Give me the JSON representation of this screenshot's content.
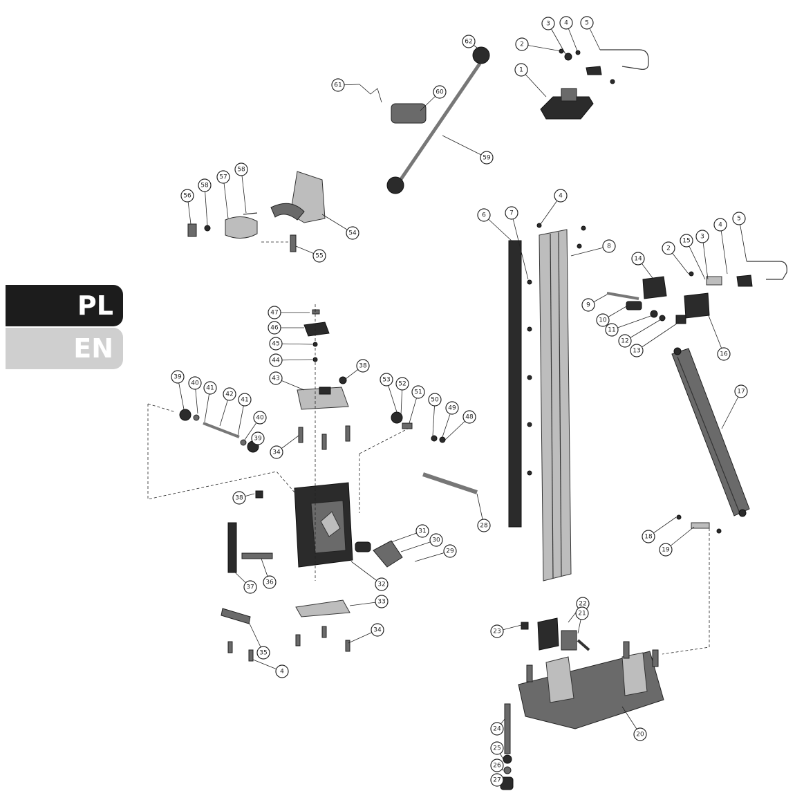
{
  "language_tabs": [
    {
      "code": "PL",
      "active": true,
      "color": "#1c1c1c"
    },
    {
      "code": "EN",
      "active": false,
      "color": "#cfcfcf"
    }
  ],
  "callouts": [
    {
      "label": "1"
    },
    {
      "label": "2"
    },
    {
      "label": "3"
    },
    {
      "label": "4"
    },
    {
      "label": "5"
    },
    {
      "label": "62"
    },
    {
      "label": "61"
    },
    {
      "label": "60"
    },
    {
      "label": "59"
    },
    {
      "label": "56"
    },
    {
      "label": "58"
    },
    {
      "label": "57"
    },
    {
      "label": "58"
    },
    {
      "label": "54"
    },
    {
      "label": "55"
    },
    {
      "label": "6"
    },
    {
      "label": "7"
    },
    {
      "label": "4"
    },
    {
      "label": "8"
    },
    {
      "label": "14"
    },
    {
      "label": "2"
    },
    {
      "label": "15"
    },
    {
      "label": "3"
    },
    {
      "label": "4"
    },
    {
      "label": "5"
    },
    {
      "label": "9"
    },
    {
      "label": "10"
    },
    {
      "label": "11"
    },
    {
      "label": "12"
    },
    {
      "label": "13"
    },
    {
      "label": "16"
    },
    {
      "label": "17"
    },
    {
      "label": "18"
    },
    {
      "label": "19"
    },
    {
      "label": "47"
    },
    {
      "label": "46"
    },
    {
      "label": "45"
    },
    {
      "label": "44"
    },
    {
      "label": "43"
    },
    {
      "label": "38"
    },
    {
      "label": "39"
    },
    {
      "label": "40"
    },
    {
      "label": "41"
    },
    {
      "label": "42"
    },
    {
      "label": "41"
    },
    {
      "label": "40"
    },
    {
      "label": "39"
    },
    {
      "label": "53"
    },
    {
      "label": "52"
    },
    {
      "label": "51"
    },
    {
      "label": "50"
    },
    {
      "label": "49"
    },
    {
      "label": "48"
    },
    {
      "label": "34"
    },
    {
      "label": "28"
    },
    {
      "label": "38"
    },
    {
      "label": "31"
    },
    {
      "label": "30"
    },
    {
      "label": "29"
    },
    {
      "label": "32"
    },
    {
      "label": "33"
    },
    {
      "label": "37"
    },
    {
      "label": "36"
    },
    {
      "label": "34"
    },
    {
      "label": "35"
    },
    {
      "label": "4"
    },
    {
      "label": "22"
    },
    {
      "label": "21"
    },
    {
      "label": "23"
    },
    {
      "label": "20"
    },
    {
      "label": "24"
    },
    {
      "label": "25"
    },
    {
      "label": "26"
    },
    {
      "label": "27"
    }
  ]
}
